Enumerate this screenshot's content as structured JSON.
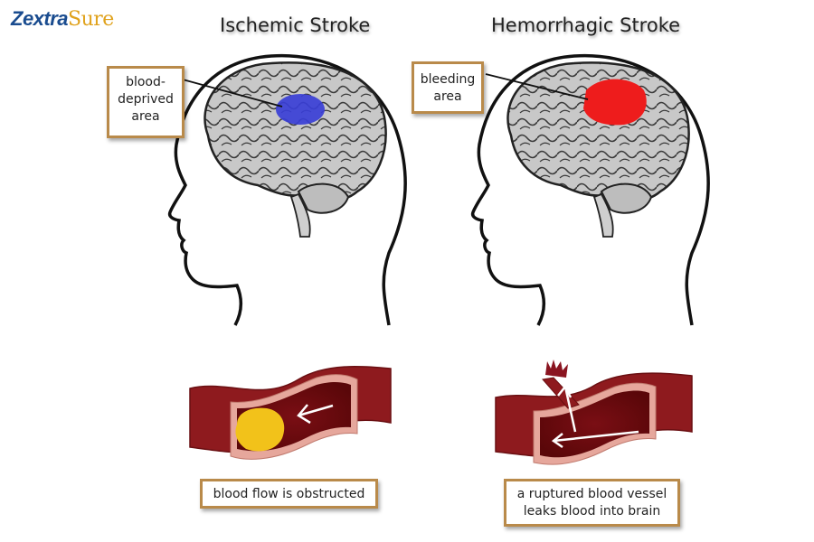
{
  "logo": {
    "part1": "Zextra",
    "part2": "Sure"
  },
  "ischemic": {
    "title": "Ischemic Stroke",
    "brain_label_lines": [
      "blood-",
      "deprived",
      "area"
    ],
    "vessel_caption": "blood flow is obstructed",
    "spot_color": "#3a3fd6"
  },
  "hemorrhagic": {
    "title": "Hemorrhagic Stroke",
    "brain_label_lines": [
      "bleeding",
      "area"
    ],
    "vessel_caption_lines": [
      "a ruptured blood vessel",
      "leaks blood into brain"
    ],
    "spot_color": "#ee1c1c"
  },
  "colors": {
    "box_border": "#b98a4a",
    "vessel": "#8e1a1e",
    "clot": "#f2c21a",
    "brain_fill": "#c6c6c6"
  }
}
